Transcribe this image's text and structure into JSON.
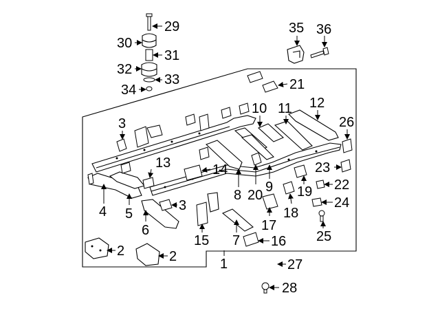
{
  "callouts": {
    "c1": "1",
    "c2a": "2",
    "c2b": "2",
    "c3a": "3",
    "c3b": "3",
    "c4": "4",
    "c5": "5",
    "c6": "6",
    "c7": "7",
    "c8": "8",
    "c9": "9",
    "c10": "10",
    "c11": "11",
    "c12": "12",
    "c13": "13",
    "c14": "14",
    "c15": "15",
    "c16": "16",
    "c17": "17",
    "c18": "18",
    "c19": "19",
    "c20": "20",
    "c21": "21",
    "c22": "22",
    "c23": "23",
    "c24": "24",
    "c25": "25",
    "c26": "26",
    "c27": "27",
    "c28": "28",
    "c29": "29",
    "c30": "30",
    "c31": "31",
    "c32": "32",
    "c33": "33",
    "c34": "34",
    "c35": "35",
    "c36": "36"
  }
}
